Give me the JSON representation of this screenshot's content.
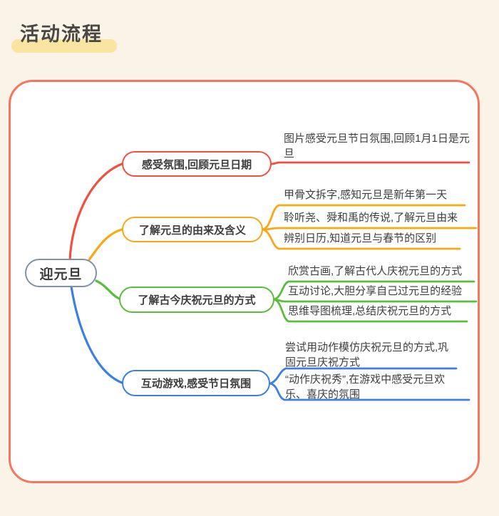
{
  "page_title": {
    "text": "活动流程"
  },
  "colors": {
    "page_background": "#FAF4E8",
    "container_border": "#F4765F",
    "title_highlight": "#FAE5A0",
    "root_border": "#8091AC",
    "branch_red": "#F0503F",
    "branch_orange": "#F9A715",
    "branch_green": "#59BE3B",
    "branch_blue": "#3B7FE3",
    "text": "#3E3E3E"
  },
  "mindmap": {
    "root": {
      "label": "迎元旦"
    },
    "branches": [
      {
        "label": "感受氛围,回顾元旦日期",
        "color": "#F0503F",
        "leaves": [
          {
            "text": "图片感受元旦节日氛围,回顾1月1日是元旦"
          }
        ]
      },
      {
        "label": "了解元旦的由来及含义",
        "color": "#F9A715",
        "leaves": [
          {
            "text": "甲骨文拆字,感知元旦是新年第一天"
          },
          {
            "text": "聆听尧、舜和禹的传说,了解元旦由来"
          },
          {
            "text": "辨别日历,知道元旦与春节的区别"
          }
        ]
      },
      {
        "label": "了解古今庆祝元旦的方式",
        "color": "#59BE3B",
        "leaves": [
          {
            "text": "欣赏古画,了解古代人庆祝元旦的方式"
          },
          {
            "text": "互动讨论,大胆分享自己过元旦的经验"
          },
          {
            "text": "思维导图梳理,总结庆祝元旦的方式"
          }
        ]
      },
      {
        "label": "互动游戏,感受节日氛围",
        "color": "#3B7FE3",
        "leaves": [
          {
            "text": "尝试用动作模仿庆祝元旦的方式,巩固元旦庆祝方式"
          },
          {
            "text": "“动作庆祝秀”,在游戏中感受元旦欢乐、喜庆的氛围"
          }
        ]
      }
    ]
  }
}
